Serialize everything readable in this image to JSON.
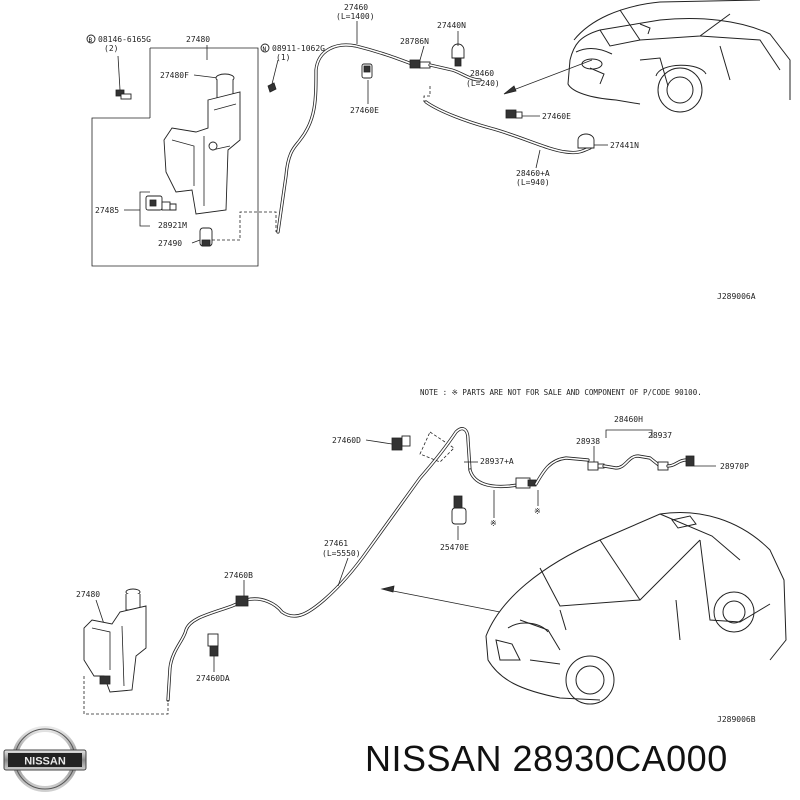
{
  "top_diagram": {
    "ref_code": "J289006A",
    "labels": {
      "bolt": "08146-6165G",
      "bolt_qty": "(2)",
      "nut": "08911-1062G",
      "nut_qty": "(1)",
      "tank": "27480",
      "cap": "27480F",
      "pump_a": "27485",
      "pump_b": "28921M",
      "grommet": "27490",
      "hose_main": "27460",
      "hose_main_len": "(L=1400)",
      "nozzle_top": "27440N",
      "check_valve": "28786N",
      "hose_b": "28460",
      "hose_b_len": "(L=240)",
      "clip_a": "27460E",
      "clip_b": "27460E",
      "nozzle_side": "27441N",
      "hose_c": "28460+A",
      "hose_c_len": "(L=940)"
    }
  },
  "bottom_diagram": {
    "ref_code": "J289006B",
    "note": "NOTE : ※ PARTS ARE NOT FOR SALE AND COMPONENT OF P/CODE 90100.",
    "labels": {
      "clip_d": "27460D",
      "hose_a": "28937+A",
      "connector": "28938",
      "hose_h": "28460H",
      "hose_37": "28937",
      "nozzle_rear": "28970P",
      "motor": "25470E",
      "hose_long": "27461",
      "hose_long_len": "(L=5550)",
      "clip_b": "27460B",
      "tank": "27480",
      "clip_da": "27460DA",
      "asterisk": "※"
    }
  },
  "logo_text": "NISSAN",
  "caption": "NISSAN 28930CA000"
}
